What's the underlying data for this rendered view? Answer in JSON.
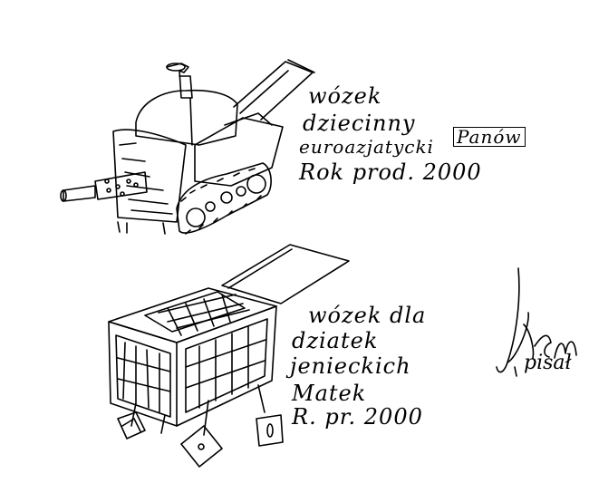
{
  "caption_top": {
    "line1": "wózek",
    "line2": "dziecinny",
    "line3": "euroazjatycki",
    "bracket": "Panów",
    "line4": "Rok prod. 2000"
  },
  "caption_bottom": {
    "line1": "wózek dla",
    "line2": "dziatek",
    "line3": "jenieckich",
    "line4": "Matek",
    "line5": "R. pr. 2000"
  },
  "signature": {
    "name": "Jtken",
    "note": "pisał"
  },
  "colors": {
    "ink": "#000000",
    "paper": "#ffffff"
  }
}
